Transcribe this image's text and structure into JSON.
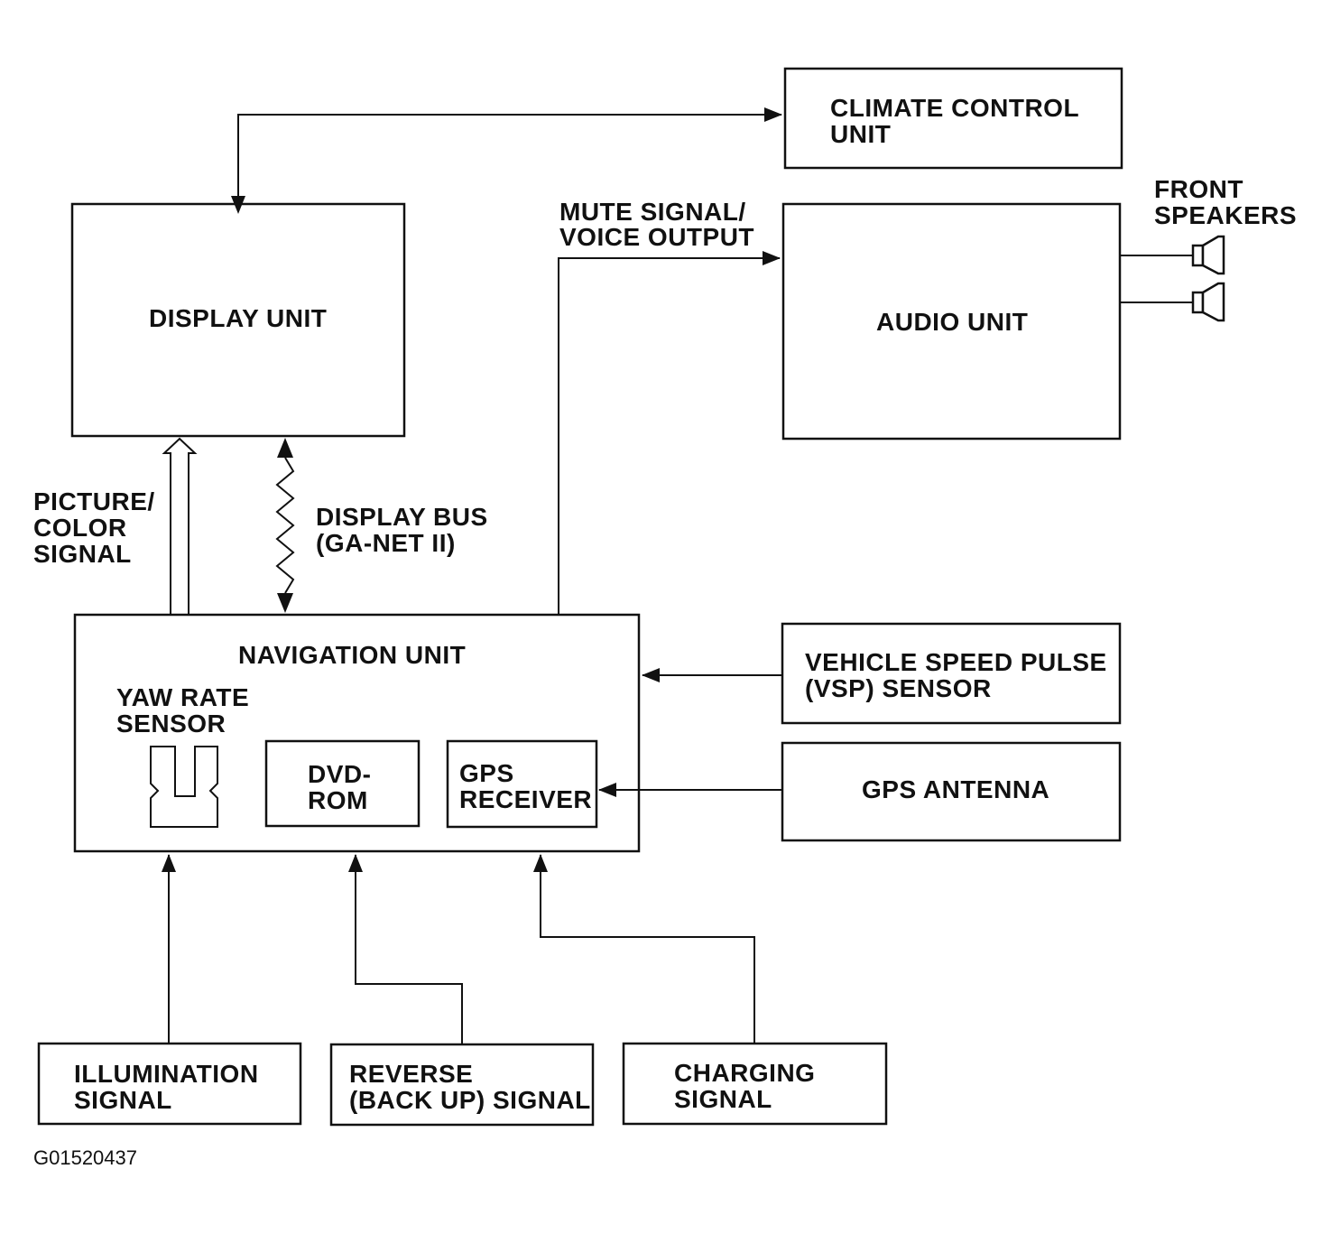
{
  "boxes": {
    "climate": [
      "CLIMATE CONTROL",
      "UNIT"
    ],
    "display": [
      "DISPLAY UNIT"
    ],
    "audio": [
      "AUDIO UNIT"
    ],
    "navigation": [
      "NAVIGATION UNIT"
    ],
    "yaw": [
      "YAW RATE",
      "SENSOR"
    ],
    "dvd": [
      "DVD-",
      "ROM"
    ],
    "gps_receiver": [
      "GPS",
      "RECEIVER"
    ],
    "vsp": [
      "VEHICLE SPEED PULSE",
      "(VSP) SENSOR"
    ],
    "gps_antenna": [
      "GPS ANTENNA"
    ],
    "illumination": [
      "ILLUMINATION",
      "SIGNAL"
    ],
    "reverse": [
      "REVERSE",
      "(BACK UP) SIGNAL"
    ],
    "charging": [
      "CHARGING",
      "SIGNAL"
    ]
  },
  "labels": {
    "front_speakers": [
      "FRONT",
      "SPEAKERS"
    ],
    "mute_signal": [
      "MUTE SIGNAL/",
      "VOICE OUTPUT"
    ],
    "picture_signal": [
      "PICTURE/",
      "COLOR",
      "SIGNAL"
    ],
    "display_bus": [
      "DISPLAY BUS",
      "(GA-NET II)"
    ]
  },
  "figure_code": "G01520437"
}
